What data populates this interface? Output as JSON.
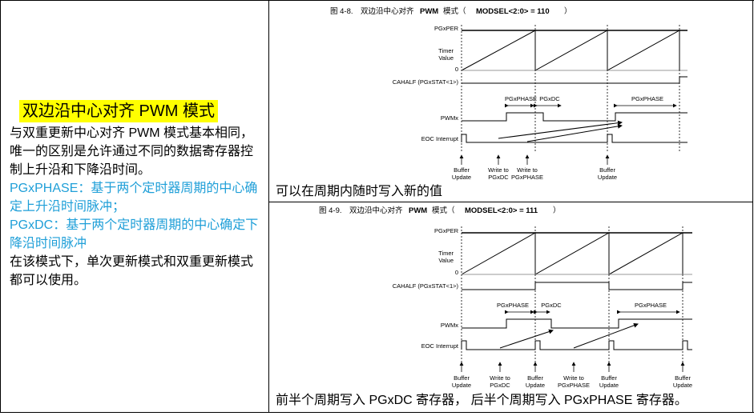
{
  "left": {
    "title": "双边沿中心对齐 PWM 模式",
    "intro": "与双重更新中心对齐 PWM 模式基本相同，唯一的区别是允许通过不同的数据寄存器控制上升沿和下降沿时间。",
    "pgxphase_note": "PGxPHASE：基于两个定时器周期的中心确定上升沿时间脉冲；",
    "pgxdc_note": "PGxDC：基于两个定时器周期的中心确定下降沿时间脉冲",
    "mode_note": "在该模式下，单次更新模式和双重更新模式都可以使用。"
  },
  "fig1": {
    "title_prefix": "图 4-8.",
    "title_text": "双边沿中心对齐",
    "title_bold": "PWM",
    "title_mid": "模式（",
    "title_code": "MODSEL<2:0> = 110",
    "title_end": "）",
    "lbl_pgxper": "PGxPER",
    "lbl_timer": "Timer",
    "lbl_value": "Value",
    "lbl_zero": "0",
    "lbl_cahalf": "CAHALF (PGxSTAT<1>)",
    "lbl_pwmx": "PWMx",
    "lbl_eoc": "EOC Interrupt",
    "lbl_pgxphase_a": "PGxPHASE",
    "lbl_pgxdc": "PGxDC",
    "lbl_pgxphase_b": "PGxPHASE",
    "ev_buffer1_a": "Buffer",
    "ev_buffer1_b": "Update",
    "ev_wdc_a": "Write to",
    "ev_wdc_b": "PGxDC",
    "ev_wph_a": "Write to",
    "ev_wph_b": "PGxPHASE",
    "ev_buffer2_a": "Buffer",
    "ev_buffer2_b": "Update",
    "caption": "可以在周期内随时写入新的值"
  },
  "fig2": {
    "title_prefix": "图 4-9.",
    "title_text": "双边沿中心对齐",
    "title_bold": "PWM",
    "title_mid": "模式（",
    "title_code": "MODSEL<2:0> = 111",
    "title_end": "）",
    "lbl_pgxper": "PGxPER",
    "lbl_timer": "Timer",
    "lbl_value": "Value",
    "lbl_zero": "0",
    "lbl_cahalf": "CAHALF (PGxSTAT<1>)",
    "lbl_pwmx": "PWMx",
    "lbl_eoc": "EOC Interrupt",
    "lbl_pgxphase_a": "PGxPHASE",
    "lbl_pgxdc": "PGxDC",
    "lbl_pgxphase_b": "PGxPHASE",
    "ev_buffer1_a": "Buffer",
    "ev_buffer1_b": "Update",
    "ev_wdc_a": "Write to",
    "ev_wdc_b": "PGxDC",
    "ev_buffer2_a": "Buffer",
    "ev_buffer2_b": "Update",
    "ev_wph_a": "Write to",
    "ev_wph_b": "PGxPHASE",
    "ev_buffer3_a": "Buffer",
    "ev_buffer3_b": "Update",
    "ev_buffer4_a": "Buffer",
    "ev_buffer4_b": "Update",
    "caption": "前半个周期写入 PGxDC 寄存器， 后半个周期写入 PGxPHASE 寄存器。"
  }
}
